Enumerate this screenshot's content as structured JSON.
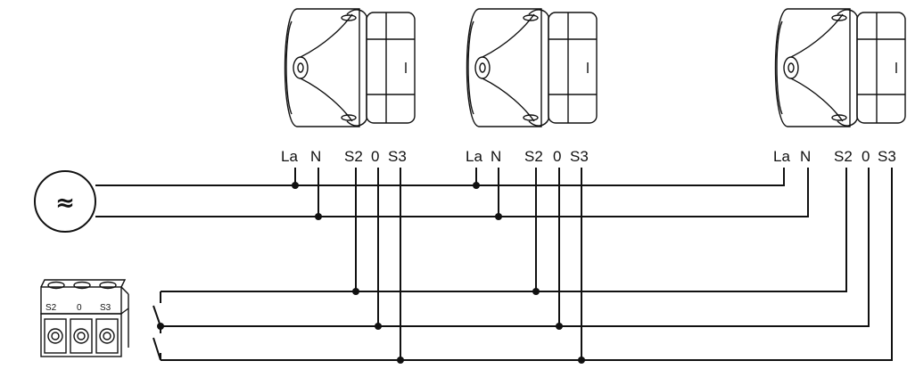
{
  "sirens": [
    {
      "terminals": {
        "la": "La",
        "n": "N",
        "s2": "S2",
        "zero": "0",
        "s3": "S3"
      }
    },
    {
      "terminals": {
        "la": "La",
        "n": "N",
        "s2": "S2",
        "zero": "0",
        "s3": "S3"
      }
    },
    {
      "terminals": {
        "la": "La",
        "n": "N",
        "s2": "S2",
        "zero": "0",
        "s3": "S3"
      }
    }
  ],
  "power_source": {
    "symbol": "≈",
    "icon": "ac-power-source-icon"
  },
  "terminal_block": {
    "labels": [
      "S2",
      "0",
      "S3"
    ],
    "icon": "terminal-block-icon"
  },
  "colors": {
    "line": "#111111",
    "background": "#ffffff"
  }
}
